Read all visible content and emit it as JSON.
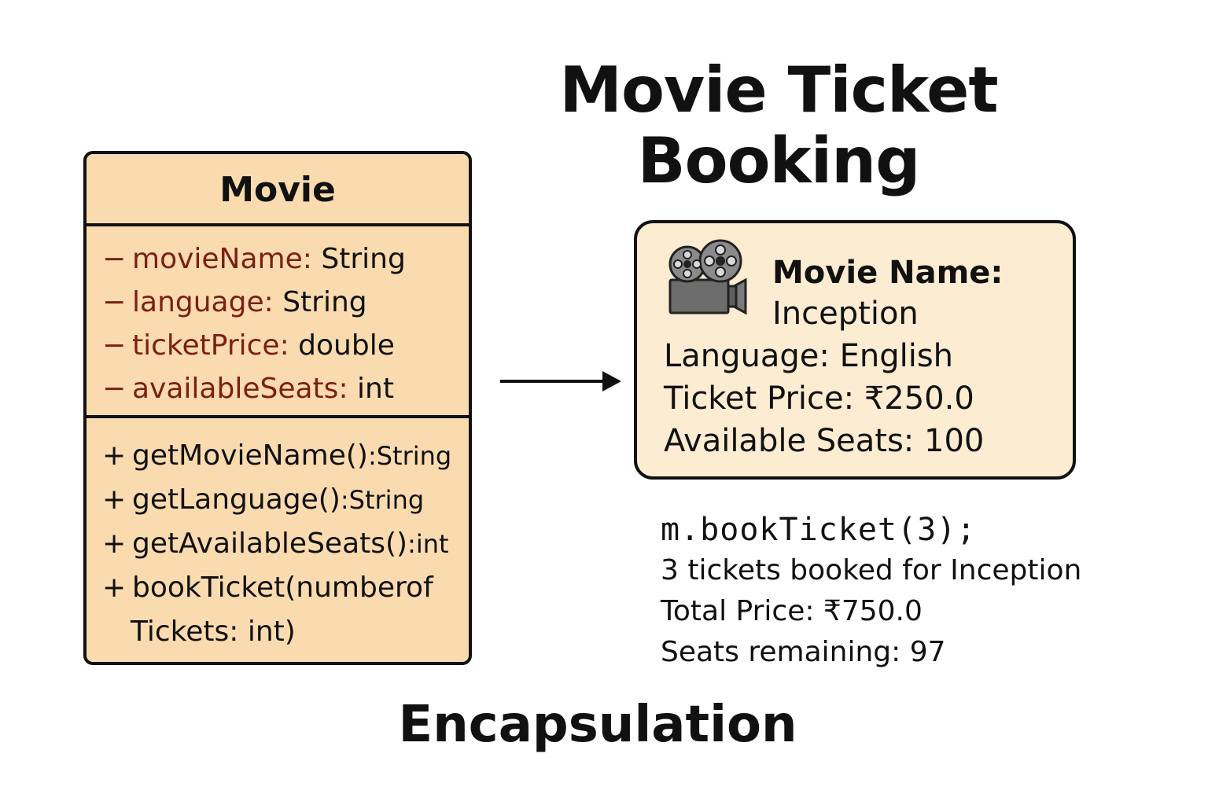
{
  "title": {
    "line1": "Movie Ticket",
    "line2": "Booking"
  },
  "uml_class": {
    "name": "Movie",
    "attributes": [
      {
        "visibility": "−",
        "name": "movieName",
        "separator": ":",
        "type": "String"
      },
      {
        "visibility": "−",
        "name": "language",
        "separator": ":",
        "type": "String"
      },
      {
        "visibility": "−",
        "name": "ticketPrice",
        "separator": ":",
        "type": "double"
      },
      {
        "visibility": "−",
        "name": "availableSeats",
        "separator": ":",
        "type": "int"
      }
    ],
    "methods": [
      {
        "visibility": "+",
        "signature": "getMovieName()",
        "return": ":String"
      },
      {
        "visibility": "+",
        "signature": "getLanguage()",
        "return": ":String"
      },
      {
        "visibility": "+",
        "signature": "getAvailableSeats()",
        "return": ":int"
      },
      {
        "visibility": "+",
        "signature": "bookTicket(numberof",
        "return": "",
        "continuation": "Tickets: int)"
      }
    ]
  },
  "ticket_card": {
    "icon": "movie-projector-icon",
    "movie_name_label": "Movie Name:",
    "movie_name_value": "Inception",
    "language_line": "Language: English",
    "price_line": "Ticket Price: ₹250.0",
    "seats_line": "Available Seats: 100"
  },
  "output": {
    "code": "m.bookTicket(3);",
    "result_line": "3 tickets booked for Inception",
    "total_line": "Total Price: ₹750.0",
    "remaining_line": "Seats remaining: 97"
  },
  "footer": "Encapsulation",
  "colors": {
    "class_fill": "#fadbb0",
    "card_fill": "#fcecd2",
    "attribute_name": "#7a1f14",
    "outline": "#111111"
  }
}
